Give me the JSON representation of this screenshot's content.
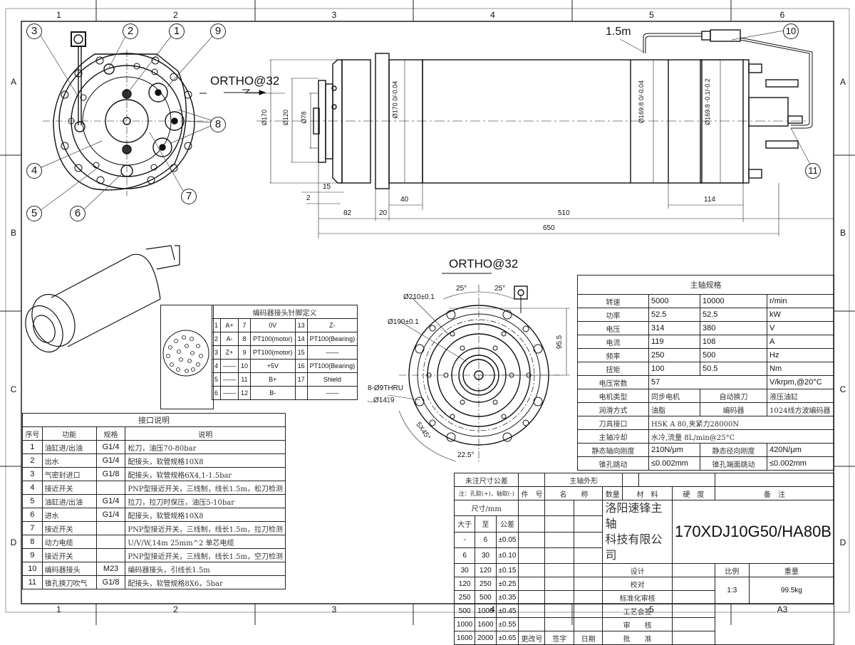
{
  "frame": {
    "columns": [
      "1",
      "2",
      "3",
      "4",
      "5",
      "6"
    ],
    "rows": [
      "A",
      "B",
      "C",
      "D"
    ],
    "sheet_size": "A3"
  },
  "views": {
    "ortho_label_side": "ORTHO@32",
    "ortho_label_front": "ORTHO@32",
    "cable_length": "1.5m"
  },
  "balloons": [
    "1",
    "2",
    "3",
    "4",
    "5",
    "6",
    "7",
    "8",
    "9",
    "10",
    "11"
  ],
  "dimensions": {
    "side": {
      "d170": "Ø170",
      "d120": "Ø120",
      "d78": "Ø78",
      "d170_tol": "Ø170 0/-0.04",
      "d169_8a": "Ø169.8 0/-0.04",
      "d169_8b": "Ø169.8 -0.1/-0.2",
      "l15": "15",
      "l2": "2",
      "l82": "82",
      "l20": "20",
      "l40": "40",
      "l510": "510",
      "l650": "650",
      "l114": "114"
    },
    "front": {
      "d210": "Ø210±0.1",
      "d190": "Ø190±0.1",
      "a25_left": "25°",
      "a25_right": "25°",
      "h95_5": "95.5",
      "holes": "8-Ø9THRU",
      "cbore": "⌴Ø14↧9",
      "pattern": "5X45°",
      "a22_5": "22.5°"
    }
  },
  "encoder_pin_table": {
    "title": "编码器接头针脚定义",
    "rows": [
      [
        "1",
        "A+",
        "7",
        "0V",
        "13",
        "Z-"
      ],
      [
        "2",
        "A-",
        "8",
        "PT100(motor)",
        "14",
        "PT100(Bearing)"
      ],
      [
        "3",
        "Z+",
        "9",
        "PT100(motor)",
        "15",
        "——"
      ],
      [
        "4",
        "——",
        "10",
        "+5V",
        "16",
        "PT100(Bearing)"
      ],
      [
        "5",
        "——",
        "11",
        "B+",
        "17",
        "Shield"
      ],
      [
        "6",
        "——",
        "12",
        "B-",
        "",
        "——"
      ]
    ]
  },
  "interface_table": {
    "title": "接口说明",
    "headers": [
      "序号",
      "功能",
      "规格",
      "说明"
    ],
    "rows": [
      [
        "1",
        "油缸进/出油",
        "G1/4",
        "松刀，油压70-80bar"
      ],
      [
        "2",
        "出水",
        "G1/4",
        "配接头，软管规格10X8"
      ],
      [
        "3",
        "气密封进口",
        "G1/8",
        "配接头，软管规格6X4,1-1.5bar"
      ],
      [
        "4",
        "接近开关",
        "",
        "PNP型接近开关，三线制，线长1.5m，松刀检测"
      ],
      [
        "5",
        "油缸进/出油",
        "G1/4",
        "拉刀，拉刀时保压，油压5-10bar"
      ],
      [
        "6",
        "进水",
        "G1/4",
        "配接头，软管规格10X8"
      ],
      [
        "7",
        "接近开关",
        "",
        "PNP型接近开关，三线制，线长1.5m，拉刀检测"
      ],
      [
        "8",
        "动力电缆",
        "",
        "U/V/W,14m 25mm^2 单芯电缆"
      ],
      [
        "9",
        "接近开关",
        "",
        "PNP型接近开关，三线制，线长1.5m，空刀检测"
      ],
      [
        "10",
        "编码器接头",
        "M23",
        "编码器接头，引线长1.5m"
      ],
      [
        "11",
        "锥孔换刀吹气",
        "G1/8",
        "配接头，软管规格8X6，5bar"
      ]
    ]
  },
  "spec_table": {
    "title": "主轴规格",
    "rows4": [
      [
        "转速",
        "5000",
        "10000",
        "r/min"
      ],
      [
        "功率",
        "52.5",
        "52.5",
        "kW"
      ],
      [
        "电压",
        "314",
        "380",
        "V"
      ],
      [
        "电流",
        "119",
        "108",
        "A"
      ],
      [
        "频率",
        "250",
        "500",
        "Hz"
      ],
      [
        "扭矩",
        "100",
        "50.5",
        "Nm"
      ]
    ],
    "voltage_constant": {
      "label": "电压常数",
      "value": "57",
      "unit": "V/krpm,@20°C"
    },
    "motor_type": {
      "label": "电机类型",
      "value": "同步电机",
      "label2": "自动换刀",
      "value2": "液压油缸"
    },
    "lubrication": {
      "label": "润滑方式",
      "value": "油脂",
      "label2": "编码器",
      "value2": "1024线方波编码器"
    },
    "tool_interface": {
      "label": "刀具接口",
      "value": "HSK A 80,夹紧力28000N"
    },
    "cooling": {
      "label": "主轴冷却",
      "value": "水冷,流量 8L/min@25°C"
    },
    "stiffness": {
      "label": "静态轴向刚度",
      "value": "210N/μm",
      "label2": "静态径向刚度",
      "value2": "420N/μm"
    },
    "runout": {
      "label": "锥孔跳动",
      "value": "≤0.002mm",
      "label2": "锥孔端面跳动",
      "value2": "≤0.002mm"
    }
  },
  "title_block": {
    "tolerance_title": "未注尺寸公差",
    "tolerance_note": "注：孔取(+)，轴取(-)",
    "size_unit": "尺寸/mm",
    "tol_headers": [
      "大于",
      "至",
      "公差"
    ],
    "tol_rows": [
      [
        "-",
        "6",
        "±0.05"
      ],
      [
        "6",
        "30",
        "±0.10"
      ],
      [
        "30",
        "120",
        "±0.15"
      ],
      [
        "120",
        "250",
        "±0.25"
      ],
      [
        "250",
        "500",
        "±0.35"
      ],
      [
        "500",
        "1000",
        "±0.45"
      ],
      [
        "1000",
        "1600",
        "±0.55"
      ],
      [
        "1600",
        "2000",
        "±0.65"
      ]
    ],
    "part_heading": "主轴外形",
    "cols": [
      "件　号",
      "名　　称",
      "数量",
      "材　料",
      "硬　度",
      "备　注"
    ],
    "company_line1": "洛阳速锋主轴",
    "company_line2": "科技有限公司",
    "model": "170XDJ10G50/HA80B",
    "sign_rows": [
      "设计",
      "校对",
      "标准化审核",
      "工艺会签",
      "审　　核",
      "批　　准"
    ],
    "change_cols": [
      "更改号",
      "签字",
      "日期"
    ],
    "scale_label": "比例",
    "scale": "1:3",
    "weight_label": "重量",
    "weight": "99.5kg"
  }
}
